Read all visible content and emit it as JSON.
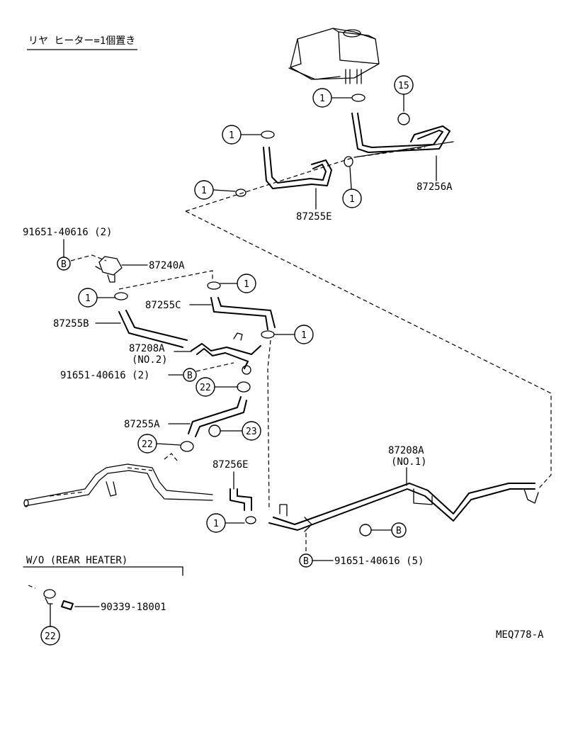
{
  "header": {
    "title": "リヤ ヒーター=1個置き"
  },
  "section": {
    "title": "W/O (REAR HEATER)"
  },
  "diagram_code": "MEQ778-A",
  "parts": {
    "p87256A": "87256A",
    "p87255E": "87255E",
    "p87240A": "87240A",
    "p87255C": "87255C",
    "p87255B": "87255B",
    "p87208A_no2_a": "87208A",
    "p87208A_no2_b": "(NO.2)",
    "p87255A": "87255A",
    "p87256E": "87256E",
    "p87208A_no1_a": "87208A",
    "p87208A_no1_b": "(NO.1)",
    "p91651_top": "91651-40616 (2)",
    "p91651_mid": "91651-40616 (2)",
    "p91651_bot": "91651-40616 (5)",
    "p90339": "90339-18001"
  },
  "callouts": {
    "c1": "1",
    "c15": "15",
    "c22": "22",
    "c23": "23",
    "cB": "B"
  }
}
